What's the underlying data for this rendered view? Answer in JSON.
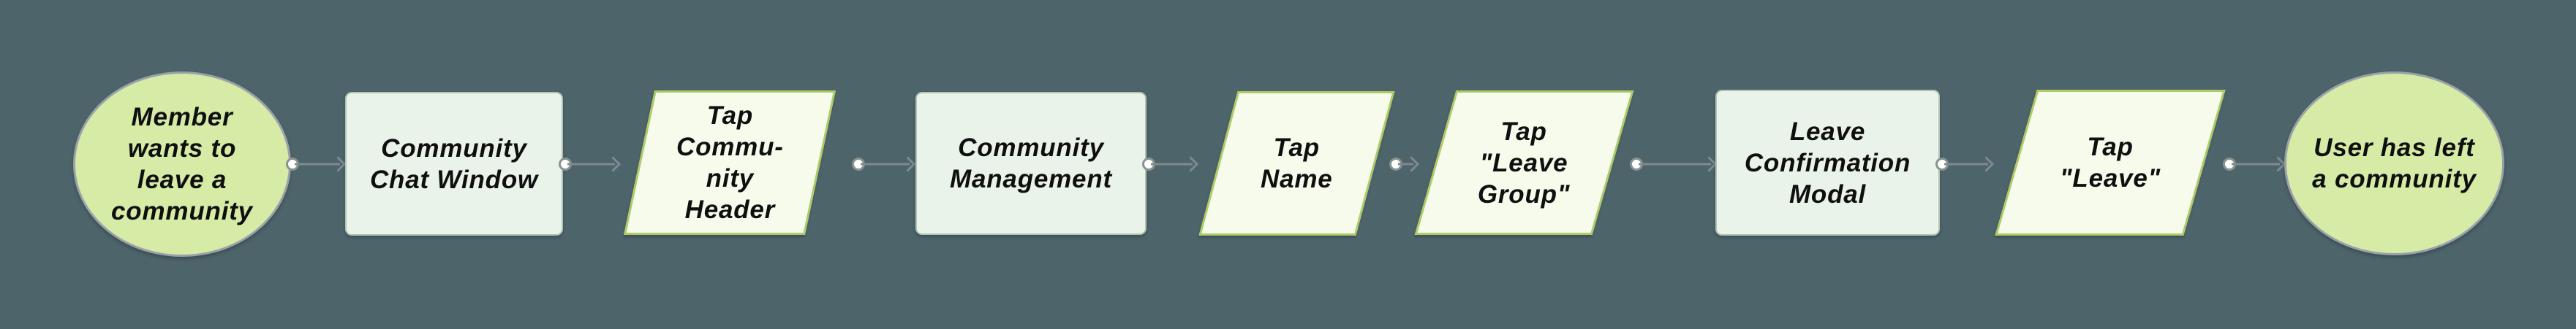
{
  "canvas": {
    "background_color": "#4d646b",
    "text_color": "#0e0f0e"
  },
  "diagram": {
    "type": "flowchart",
    "direction": "left-to-right",
    "nodes": [
      {
        "id": "start",
        "shape": "ellipse",
        "role": "terminator",
        "label": "Member\nwants to\nleave a\ncommunity",
        "fill": "#d6eba6",
        "border_color": "#9aa2a8"
      },
      {
        "id": "community-chat-window",
        "shape": "rectangle",
        "role": "process",
        "label": "Community\nChat Window",
        "fill": "#e9f3e9",
        "border_color": "#b0c5b4"
      },
      {
        "id": "tap-community-header",
        "shape": "parallelogram",
        "role": "action",
        "label": "Tap\nCommu-\nnity\nHeader",
        "fill": "#f7fbec",
        "border_color": "#aecb67"
      },
      {
        "id": "community-management",
        "shape": "rectangle",
        "role": "process",
        "label": "Community\nManagement",
        "fill": "#e9f3e9",
        "border_color": "#b0c5b4"
      },
      {
        "id": "tap-name",
        "shape": "parallelogram",
        "role": "action",
        "label": "Tap\nName",
        "fill": "#f7fbec",
        "border_color": "#aecb67"
      },
      {
        "id": "tap-leave-group",
        "shape": "parallelogram",
        "role": "action",
        "label": "Tap\n\"Leave\nGroup\"",
        "fill": "#f7fbec",
        "border_color": "#aecb67"
      },
      {
        "id": "leave-confirmation-modal",
        "shape": "rectangle",
        "role": "process",
        "label": "Leave\nConfirmation\nModal",
        "fill": "#e9f3e9",
        "border_color": "#b0c5b4"
      },
      {
        "id": "tap-leave",
        "shape": "parallelogram",
        "role": "action",
        "label": "Tap\n\"Leave\"",
        "fill": "#f7fbec",
        "border_color": "#aecb67"
      },
      {
        "id": "end",
        "shape": "ellipse",
        "role": "terminator",
        "label": "User has left\na community",
        "fill": "#d6eba6",
        "border_color": "#9aa2a8"
      }
    ],
    "edges": [
      {
        "from": "start",
        "to": "community-chat-window"
      },
      {
        "from": "community-chat-window",
        "to": "tap-community-header"
      },
      {
        "from": "tap-community-header",
        "to": "community-management"
      },
      {
        "from": "community-management",
        "to": "tap-name"
      },
      {
        "from": "tap-name",
        "to": "tap-leave-group"
      },
      {
        "from": "tap-leave-group",
        "to": "leave-confirmation-modal"
      },
      {
        "from": "leave-confirmation-modal",
        "to": "tap-leave"
      },
      {
        "from": "tap-leave",
        "to": "end"
      }
    ],
    "connector_style": {
      "line_color": "#7e8a8c",
      "source_dot_fill": "#ffffff",
      "source_dot_border": "#88938f",
      "arrowhead": "open-chevron-right"
    }
  }
}
